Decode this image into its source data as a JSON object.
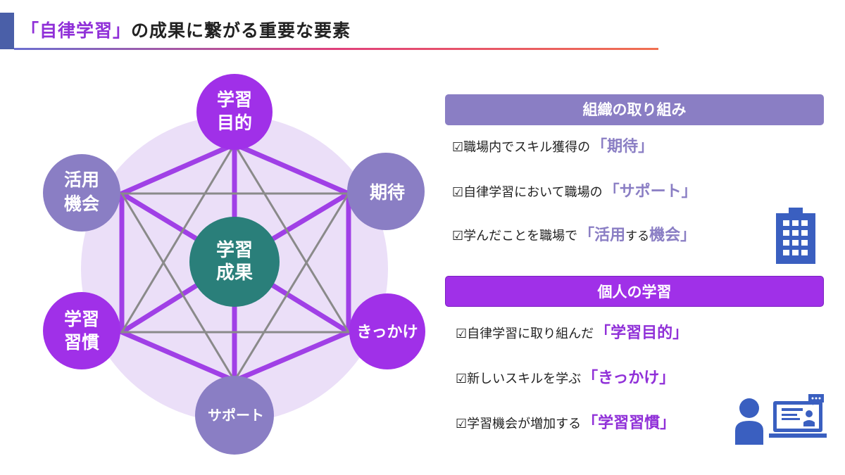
{
  "title": {
    "prefix": "「自律学習」",
    "suffix": "の成果に繋がる重要な要素"
  },
  "diagram": {
    "center": [
      "学習",
      "成果"
    ],
    "nodes": {
      "top": [
        "学習",
        "目的"
      ],
      "upper_right": [
        "期待"
      ],
      "lower_right": [
        "きっかけ"
      ],
      "bottom": [
        "サポート"
      ],
      "lower_left": [
        "学習",
        "習慣"
      ],
      "upper_left": [
        "活用",
        "機会"
      ]
    },
    "colors": {
      "purple": "#a030e8",
      "lavender": "#8a7ec4",
      "teal": "#2a7f7a",
      "halo": "#e9dcf8"
    }
  },
  "org": {
    "heading": "組織の取り組み",
    "items": [
      {
        "text": "☑職場内でスキル獲得の",
        "highlight": "「期待」"
      },
      {
        "text": "☑自律学習において職場の",
        "highlight": "「サポート」"
      },
      {
        "text": "☑学んだことを職場で",
        "highlight_a": "「活用",
        "mid": "する",
        "highlight_b": "機会」"
      }
    ],
    "icon": "office-building-icon"
  },
  "individual": {
    "heading": "個人の学習",
    "items": [
      {
        "text": "☑自律学習に取り組んだ",
        "highlight": "「学習目的」"
      },
      {
        "text": "☑新しいスキルを学ぶ",
        "highlight": "「きっかけ」"
      },
      {
        "text": "☑学習機会が増加する",
        "highlight": "「学習習慣」"
      }
    ],
    "icon": "person-at-screen-icon"
  }
}
